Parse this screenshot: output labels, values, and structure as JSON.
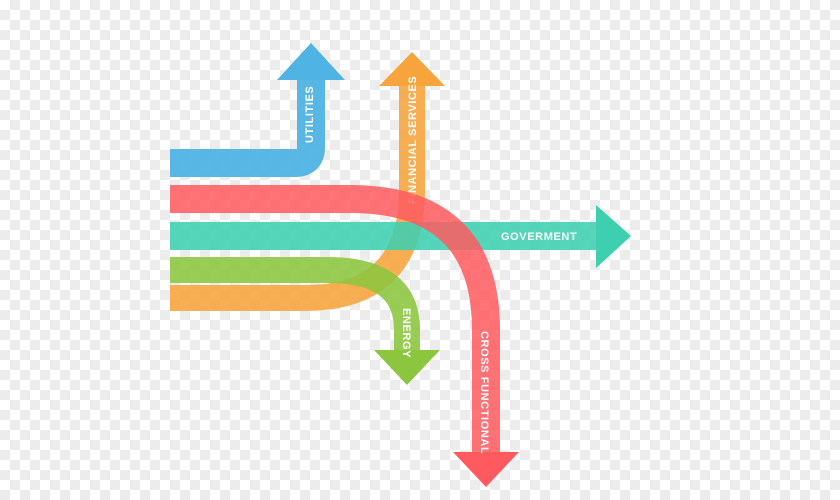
{
  "diagram": {
    "labels": {
      "utilities": "UTILITIES",
      "financial_services": "FINANCIAL SERVICES",
      "government": "GOVERMENT",
      "energy": "ENERGY",
      "cross_functional": "CROSS FUNCTIONAL"
    },
    "colors": {
      "utilities": "#4fb3e3",
      "financial_services": "#f7a43c",
      "government": "#3ecfb0",
      "energy": "#8cc63f",
      "cross_functional": "#ff5a5f"
    }
  }
}
